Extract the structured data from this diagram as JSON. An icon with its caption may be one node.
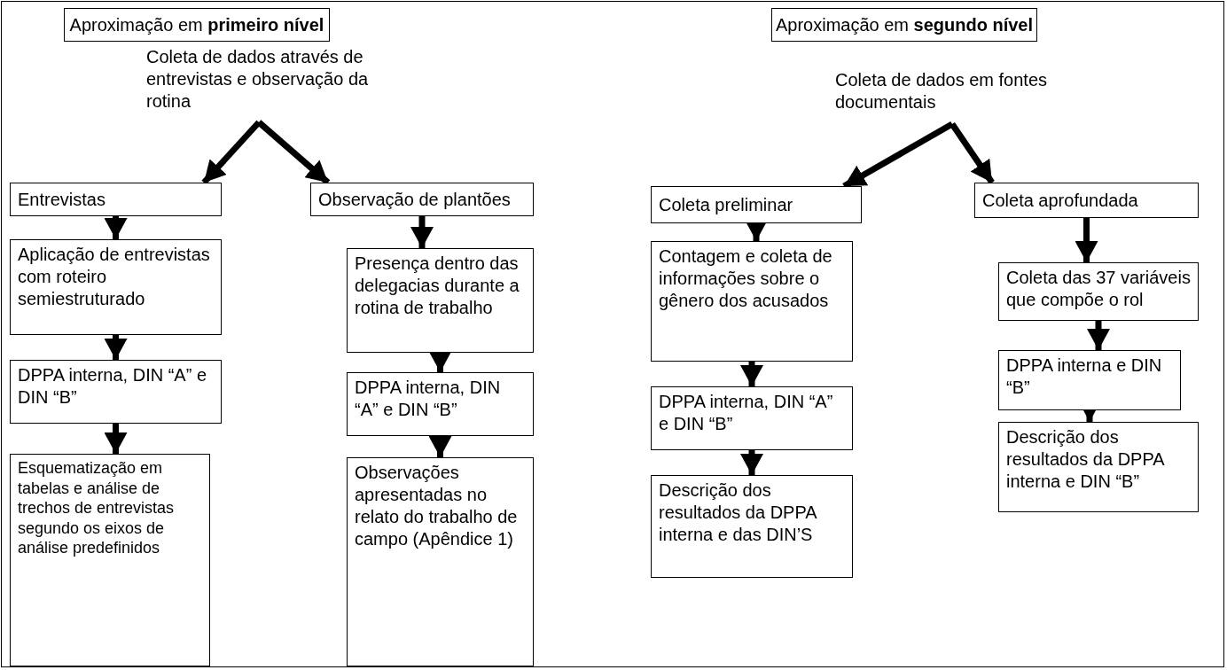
{
  "diagram": {
    "nodes": [
      {
        "text": [
          "Aproximação em **primeiro nível**"
        ]
      },
      {
        "text": [
          "Coleta de dados através de entrevistas e observação da rotina"
        ]
      },
      {
        "text": [
          "Entrevistas"
        ]
      },
      {
        "text": [
          "Observação de plantões"
        ]
      },
      {
        "text": [
          "Aplicação de entrevistas com roteiro semiestruturado"
        ]
      },
      {
        "text": [
          "DPPA interna, DIN “A” e DIN “B”"
        ]
      },
      {
        "text": [
          "Esquematização em tabelas e análise de trechos de entrevistas segundo os eixos de análise predefinidos"
        ]
      },
      {
        "text": [
          "Presença dentro das delegacias durante a rotina de trabalho"
        ]
      },
      {
        "text": [
          "DPPA interna, DIN “A” e DIN “B”"
        ]
      },
      {
        "text": [
          "Observações apresentadas no relato do trabalho de campo (Apêndice 1)"
        ]
      },
      {
        "text": [
          "Aproximação em **segundo nível**"
        ]
      },
      {
        "text": [
          "Coleta de dados em fontes documentais"
        ]
      },
      {
        "text": [
          "Coleta preliminar"
        ]
      },
      {
        "text": [
          "Coleta aprofundada"
        ]
      },
      {
        "text": [
          "Contagem e coleta de informações sobre o gênero dos acusados"
        ]
      },
      {
        "text": [
          "DPPA interna, DIN “A” e DIN “B”"
        ]
      },
      {
        "text": [
          "Descrição dos resultados da DPPA interna e das DIN’S"
        ]
      },
      {
        "text": [
          "Coleta das 37 variáveis que compõe o rol"
        ]
      },
      {
        "text": [
          "DPPA interna e DIN “B”"
        ]
      },
      {
        "text": [
          "Descrição dos resultados da DPPA interna e DIN “B”"
        ]
      }
    ],
    "edges": [
      {
        "from": 1,
        "to": 2,
        "arrow": "to"
      },
      {
        "from": 1,
        "to": 3,
        "arrow": "to"
      },
      {
        "from": 2,
        "to": 4,
        "arrow": "to"
      },
      {
        "from": 4,
        "to": 5,
        "arrow": "to"
      },
      {
        "from": 5,
        "to": 6,
        "arrow": "to"
      },
      {
        "from": 3,
        "to": 7,
        "arrow": "to"
      },
      {
        "from": 7,
        "to": 8,
        "arrow": "to"
      },
      {
        "from": 8,
        "to": 9,
        "arrow": "to"
      },
      {
        "from": 11,
        "to": 12,
        "arrow": "to"
      },
      {
        "from": 11,
        "to": 13,
        "arrow": "to"
      },
      {
        "from": 12,
        "to": 14,
        "arrow": "to"
      },
      {
        "from": 14,
        "to": 15,
        "arrow": "to"
      },
      {
        "from": 15,
        "to": 16,
        "arrow": "to"
      },
      {
        "from": 13,
        "to": 17,
        "arrow": "to"
      },
      {
        "from": 17,
        "to": 18,
        "arrow": "to"
      },
      {
        "from": 18,
        "to": 19,
        "arrow": "to"
      }
    ]
  }
}
